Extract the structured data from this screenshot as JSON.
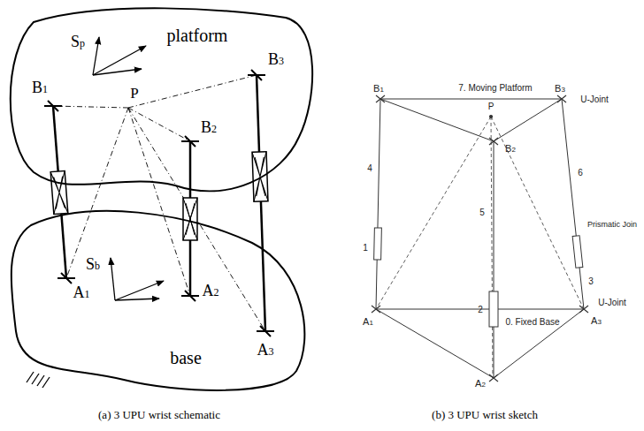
{
  "diagram": {
    "nodes": [
      {
        "text": [
          "platform"
        ]
      },
      {
        "text": [
          "base"
        ]
      }
    ],
    "labels": [
      "Sp",
      "B1",
      "P",
      "B2",
      "B3",
      "Sb",
      "A1",
      "A2",
      "A3",
      "(a) 3 UPU wrist schematic",
      "B1",
      "7. Moving Platform",
      "B3",
      "U-Joint",
      "P",
      "B2",
      "4",
      "6",
      "5",
      "Prismatic Join",
      "1",
      "2",
      "0. Fixed Base",
      "3",
      "A1",
      "U-Joint",
      "A3",
      "A2",
      "(b) 3 UPU wrist sketch"
    ]
  }
}
